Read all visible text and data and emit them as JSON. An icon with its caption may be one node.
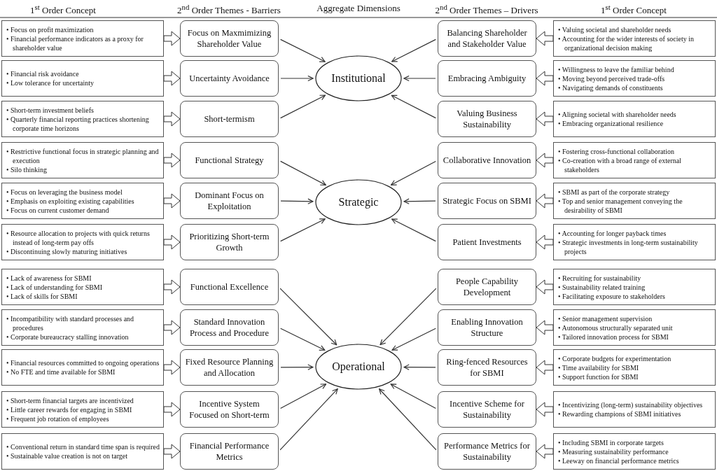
{
  "diagram": {
    "nodes": [
      {
        "text": [
          "• Focus on profit maximization",
          "• Financial performance indicators as a proxy for shareholder value"
        ]
      },
      {
        "text": [
          "• Financial risk avoidance",
          "• Low tolerance for uncertainty"
        ]
      },
      {
        "text": [
          "• Short-term investment beliefs",
          "• Quarterly financial reporting practices shortening corporate time horizons"
        ]
      },
      {
        "text": [
          "• Restrictive functional focus in strategic planning and execution",
          "• Silo thinking"
        ]
      },
      {
        "text": [
          "• Focus on leveraging the business model",
          "• Emphasis on exploiting existing capabilities",
          "• Focus on current customer demand"
        ]
      },
      {
        "text": [
          "• Resource allocation to projects with quick returns instead of long-term pay offs",
          "• Discontinuing slowly maturing initiatives"
        ]
      },
      {
        "text": [
          "• Lack of awareness for SBMI",
          "• Lack of understanding for SBMI",
          "• Lack of skills for SBMI"
        ]
      },
      {
        "text": [
          "• Incompatibility with standard processes and procedures",
          "• Corporate bureaucracy stalling innovation"
        ]
      },
      {
        "text": [
          "• Financial resources committed to ongoing operations",
          "• No FTE and time available for SBMI"
        ]
      },
      {
        "text": [
          "• Short-term financial targets are incentivized",
          "• Little career rewards for engaging in SBMI",
          "• Frequent job rotation of employees"
        ]
      },
      {
        "text": [
          "• Conventional return in standard time span is required",
          "• Sustainable value creation is not on target"
        ]
      },
      {
        "text": [
          "Focus on Maxmimizing Shareholder Value"
        ]
      },
      {
        "text": [
          "Uncertainty Avoidance"
        ]
      },
      {
        "text": [
          "Short-termism"
        ]
      },
      {
        "text": [
          "Functional Strategy"
        ]
      },
      {
        "text": [
          "Dominant Focus on Exploitation"
        ]
      },
      {
        "text": [
          "Prioritizing Short-term Growth"
        ]
      },
      {
        "text": [
          "Functional Excellence"
        ]
      },
      {
        "text": [
          "Standard Innovation Process and Procedure"
        ]
      },
      {
        "text": [
          "Fixed Resource Planning and Allocation"
        ]
      },
      {
        "text": [
          "Incentive System Focused on Short-term"
        ]
      },
      {
        "text": [
          "Financial Performance Metrics"
        ]
      },
      {
        "text": [
          "Institutional"
        ]
      },
      {
        "text": [
          "Strategic"
        ]
      },
      {
        "text": [
          "Operational"
        ]
      },
      {
        "text": [
          "Balancing Shareholder and Stakeholder Value"
        ]
      },
      {
        "text": [
          "Embracing Ambiguity"
        ]
      },
      {
        "text": [
          "Valuing Business Sustainability"
        ]
      },
      {
        "text": [
          "Collaborative Innovation"
        ]
      },
      {
        "text": [
          "Strategic Focus on SBMI"
        ]
      },
      {
        "text": [
          "Patient Investments"
        ]
      },
      {
        "text": [
          "People Capability Development"
        ]
      },
      {
        "text": [
          "Enabling Innovation Structure"
        ]
      },
      {
        "text": [
          "Ring-fenced Resources for SBMI"
        ]
      },
      {
        "text": [
          "Incentive Scheme for Sustainability"
        ]
      },
      {
        "text": [
          "Performance Metrics for Sustainability"
        ]
      },
      {
        "text": [
          "• Valuing societal and shareholder needs",
          "• Accounting for the wider interests of society in organizational decision making"
        ]
      },
      {
        "text": [
          "• Willingness to leave the familiar behind",
          "• Moving beyond perceived trade-offs",
          "• Navigating demands of constituents"
        ]
      },
      {
        "text": [
          "• Aligning societal with shareholder needs",
          "• Embracing organizational resilience"
        ]
      },
      {
        "text": [
          "• Fostering cross-functional collaboration",
          "• Co-creation with a broad range of external stakeholders"
        ]
      },
      {
        "text": [
          "• SBMI as part of the corporate strategy",
          "• Top and senior management conveying the desirability of SBMI"
        ]
      },
      {
        "text": [
          "• Accounting for longer payback times",
          "• Strategic investments in long-term sustainability projects"
        ]
      },
      {
        "text": [
          "• Recruiting for sustainability",
          "• Sustainability related training",
          "• Facilitating exposure to stakeholders"
        ]
      },
      {
        "text": [
          "• Senior management supervision",
          "• Autonomous structurally separated unit",
          "• Tailored innovation process for SBMI"
        ]
      },
      {
        "text": [
          "• Corporate budgets for experimentation",
          "• Time availability for SBMI",
          "• Support function for SBMI"
        ]
      },
      {
        "text": [
          "• Incentivizing (long-term) sustainability objectives",
          "• Rewarding champions of SBMI initiatives"
        ]
      },
      {
        "text": [
          "• Including SBMI in corporate targets",
          "• Measuring sustainability performance",
          "• Leeway on financial performance metrics"
        ]
      }
    ],
    "edges": [
      {
        "from": 0,
        "to": 11,
        "arrow": "to",
        "style": "thick"
      },
      {
        "from": 1,
        "to": 12,
        "arrow": "to",
        "style": "thick"
      },
      {
        "from": 2,
        "to": 13,
        "arrow": "to",
        "style": "thick"
      },
      {
        "from": 3,
        "to": 14,
        "arrow": "to",
        "style": "thick"
      },
      {
        "from": 4,
        "to": 15,
        "arrow": "to",
        "style": "thick"
      },
      {
        "from": 5,
        "to": 16,
        "arrow": "to",
        "style": "thick"
      },
      {
        "from": 6,
        "to": 17,
        "arrow": "to",
        "style": "thick"
      },
      {
        "from": 7,
        "to": 18,
        "arrow": "to",
        "style": "thick"
      },
      {
        "from": 8,
        "to": 19,
        "arrow": "to",
        "style": "thick"
      },
      {
        "from": 9,
        "to": 20,
        "arrow": "to",
        "style": "thick"
      },
      {
        "from": 10,
        "to": 21,
        "arrow": "to",
        "style": "thick"
      },
      {
        "from": 11,
        "to": 22,
        "arrow": "to"
      },
      {
        "from": 12,
        "to": 22,
        "arrow": "to"
      },
      {
        "from": 13,
        "to": 22,
        "arrow": "to"
      },
      {
        "from": 14,
        "to": 23,
        "arrow": "to"
      },
      {
        "from": 15,
        "to": 23,
        "arrow": "to"
      },
      {
        "from": 16,
        "to": 23,
        "arrow": "to"
      },
      {
        "from": 17,
        "to": 24,
        "arrow": "to"
      },
      {
        "from": 18,
        "to": 24,
        "arrow": "to"
      },
      {
        "from": 19,
        "to": 24,
        "arrow": "to"
      },
      {
        "from": 20,
        "to": 24,
        "arrow": "to"
      },
      {
        "from": 21,
        "to": 24,
        "arrow": "to"
      },
      {
        "from": 25,
        "to": 22,
        "arrow": "to"
      },
      {
        "from": 26,
        "to": 22,
        "arrow": "to"
      },
      {
        "from": 27,
        "to": 22,
        "arrow": "to"
      },
      {
        "from": 28,
        "to": 23,
        "arrow": "to"
      },
      {
        "from": 29,
        "to": 23,
        "arrow": "to"
      },
      {
        "from": 30,
        "to": 23,
        "arrow": "to"
      },
      {
        "from": 31,
        "to": 24,
        "arrow": "to"
      },
      {
        "from": 32,
        "to": 24,
        "arrow": "to"
      },
      {
        "from": 33,
        "to": 24,
        "arrow": "to"
      },
      {
        "from": 34,
        "to": 24,
        "arrow": "to"
      },
      {
        "from": 35,
        "to": 24,
        "arrow": "to"
      },
      {
        "from": 36,
        "to": 25,
        "arrow": "to",
        "style": "thick"
      },
      {
        "from": 37,
        "to": 26,
        "arrow": "to",
        "style": "thick"
      },
      {
        "from": 38,
        "to": 27,
        "arrow": "to",
        "style": "thick"
      },
      {
        "from": 39,
        "to": 28,
        "arrow": "to",
        "style": "thick"
      },
      {
        "from": 40,
        "to": 29,
        "arrow": "to",
        "style": "thick"
      },
      {
        "from": 41,
        "to": 30,
        "arrow": "to",
        "style": "thick"
      },
      {
        "from": 42,
        "to": 31,
        "arrow": "to",
        "style": "thick"
      },
      {
        "from": 43,
        "to": 32,
        "arrow": "to",
        "style": "thick"
      },
      {
        "from": 44,
        "to": 33,
        "arrow": "to",
        "style": "thick"
      },
      {
        "from": 45,
        "to": 34,
        "arrow": "to",
        "style": "thick"
      },
      {
        "from": 46,
        "to": 35,
        "arrow": "to",
        "style": "thick"
      }
    ],
    "labels": [
      "1$^{st}$ Order Concept",
      "2$^{nd}$ Order Themes - Barriers",
      "Aggregate Dimensions",
      "2$^{nd}$ Order Themes – Drivers",
      "1$^{st}$ Order Concept"
    ]
  }
}
